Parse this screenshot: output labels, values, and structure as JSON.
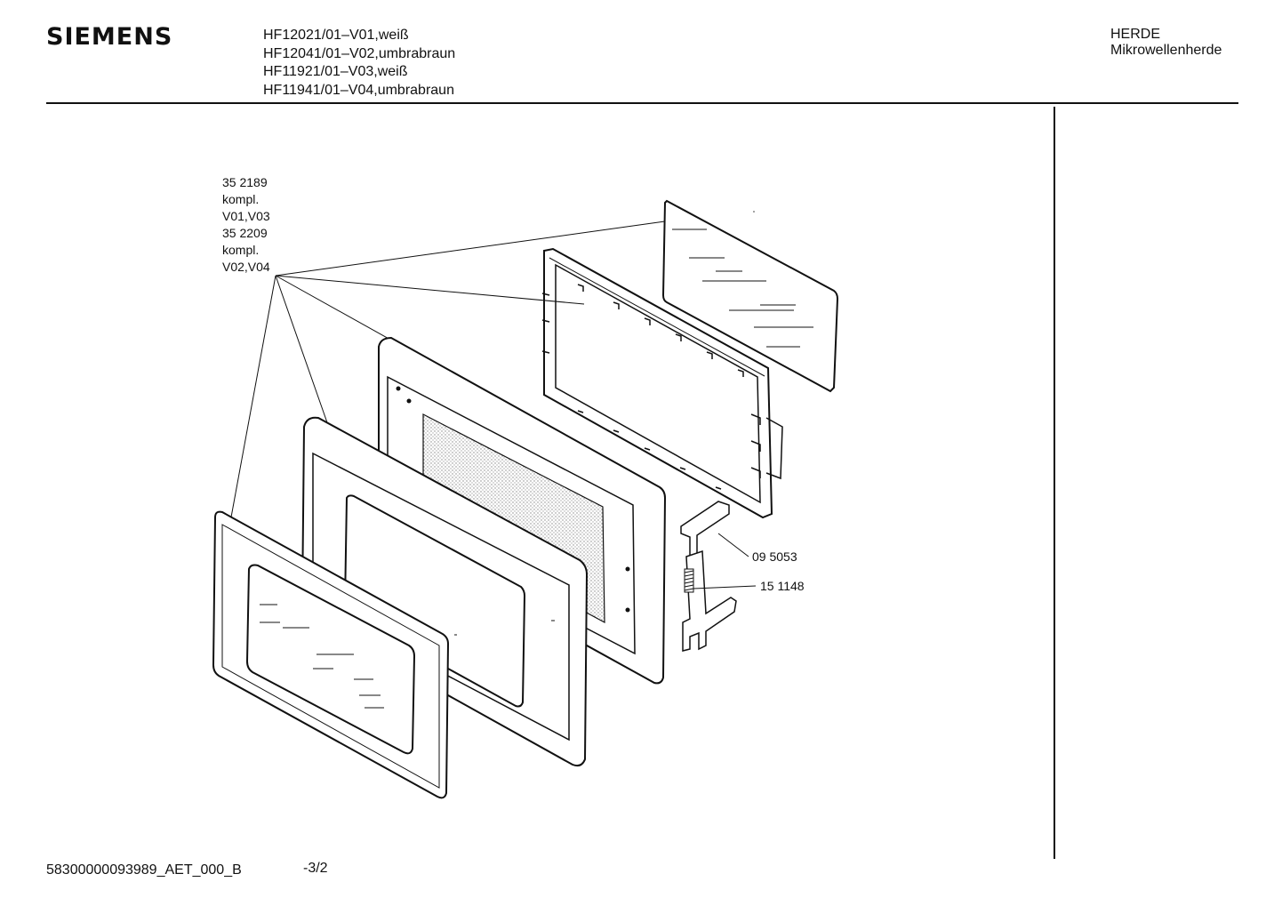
{
  "header": {
    "brand": "SIEMENS",
    "models": [
      "HF12021/01–V01,weiß",
      "HF12041/01–V02,umbrabraun",
      "HF11921/01–V03,weiß",
      "HF11941/01–V04,umbrabraun"
    ],
    "category": "HERDE",
    "subcategory": "Mikrowellenherde"
  },
  "callout": {
    "lines": [
      "35 2189",
      "kompl.",
      "V01,V03",
      "35 2209",
      "kompl.",
      "V02,V04"
    ]
  },
  "parts": [
    {
      "number": "09 5053"
    },
    {
      "number": "15 1148"
    }
  ],
  "footer": {
    "document_id": "58300000093989_AET_000_B",
    "page": "-3/2"
  }
}
